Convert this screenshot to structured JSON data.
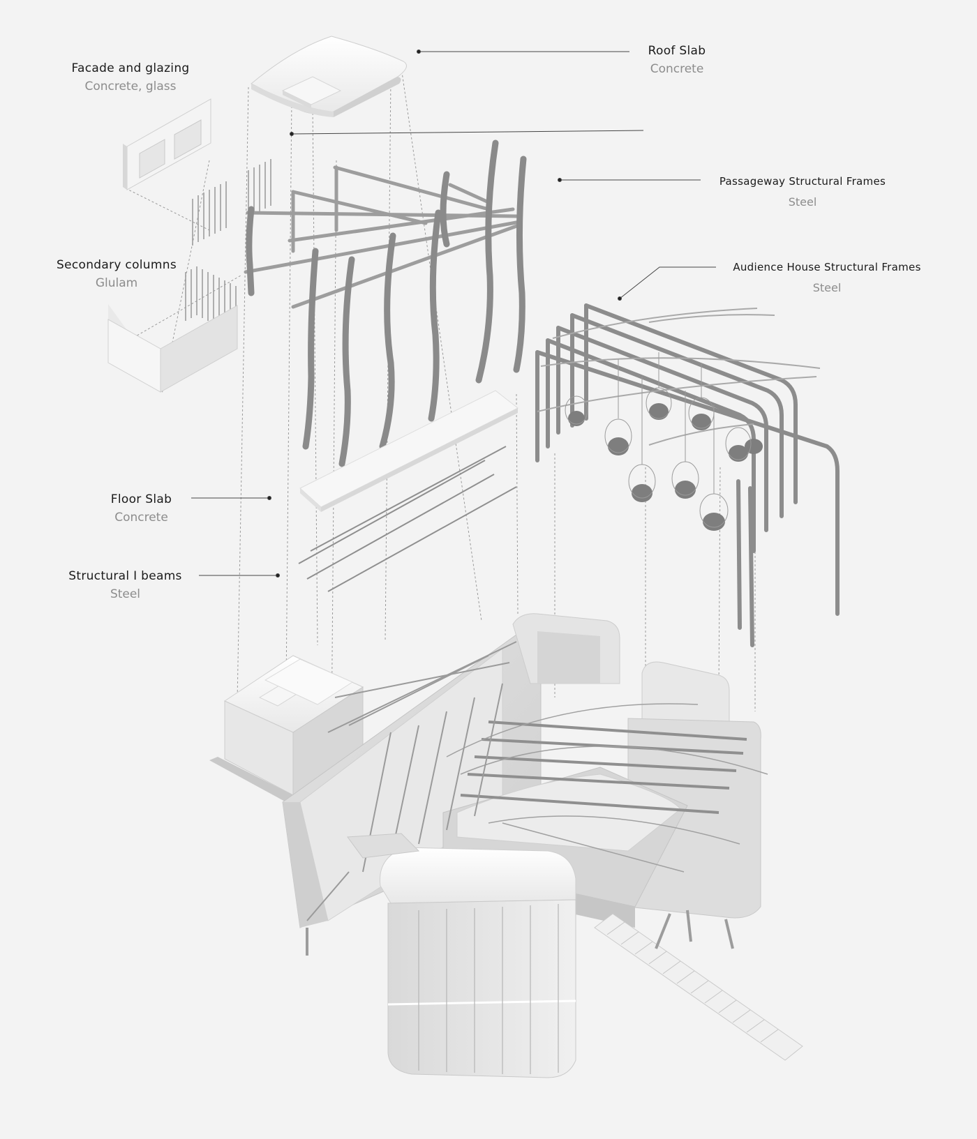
{
  "labels": {
    "roof_slab": {
      "name": "Roof Slab",
      "material": "Concrete"
    },
    "facade": {
      "name": "Facade and glazing",
      "material": "Concrete, glass"
    },
    "passageway_frames": {
      "name": "Passageway Structural Frames",
      "material": "Steel"
    },
    "secondary_columns": {
      "name": "Secondary columns",
      "material": "Glulam"
    },
    "audience_frames": {
      "name": "Audience House Structural Frames",
      "material": "Steel"
    },
    "floor_slab": {
      "name": "Floor Slab",
      "material": "Concrete"
    },
    "i_beams": {
      "name": "Structural I beams",
      "material": "Steel"
    }
  },
  "colors": {
    "background": "#f3f3f3",
    "steel": "#8e8e8e",
    "concrete": "#e6e6e6",
    "shadow": "#c9c9c9",
    "leader": "#444444"
  }
}
